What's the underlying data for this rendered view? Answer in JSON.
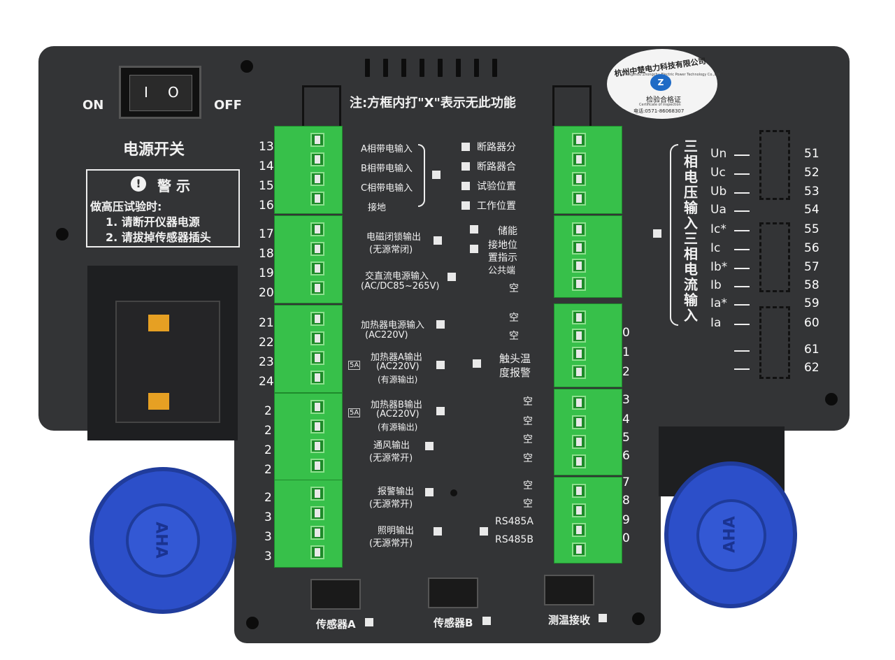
{
  "switch": {
    "on": "ON",
    "off": "OFF",
    "title": "电源开关",
    "on_mark": "I",
    "off_mark": "O"
  },
  "warning": {
    "title": "警  示",
    "lines": [
      "做高压试验时:",
      "1. 请断开仪器电源",
      "2. 请拔掉传感器插头"
    ]
  },
  "note": "注:方框内打\"X\"表示无此功能",
  "seal": {
    "company": "杭州中楚电力科技有限公司",
    "company_en": "Hangzhou Zhongchu Electric Power Technology Co.,Ltd",
    "cert": "检验合格证",
    "cert_en": "Certificate of inspection",
    "phone": "电话:0571-86068307"
  },
  "left_blocks": [
    {
      "numbers": [
        "13",
        "14",
        "15",
        "16"
      ],
      "labels": [
        "A相带电输入",
        "B相带电输入",
        "C相带电输入",
        "接地"
      ]
    },
    {
      "numbers": [
        "17",
        "18",
        "19",
        "20"
      ],
      "labels": [
        "电磁闭锁输出",
        "(无源常闭)",
        "交直流电源输入",
        "(AC/DC85~265V)"
      ]
    },
    {
      "numbers": [
        "21",
        "22",
        "23",
        "24"
      ],
      "labels": [
        "加热器电源输入",
        "(AC220V)",
        "加热器A输出",
        "(AC220V)",
        "(有源输出)"
      ]
    },
    {
      "numbers": [
        "2",
        "2",
        "2",
        "2"
      ],
      "labels": [
        "加热器B输出",
        "(AC220V)",
        "(有源输出)",
        "通风输出",
        "(无源常开)"
      ]
    },
    {
      "numbers": [
        "2",
        "3",
        "3",
        "3"
      ],
      "labels": [
        "报警输出",
        "(无源常开)",
        "照明输出",
        "(无源常开)"
      ]
    }
  ],
  "fuse_label": "5A",
  "right_labels": {
    "block1": [
      "断路器分",
      "断路器合",
      "试验位置",
      "工作位置"
    ],
    "block2": [
      "储能",
      "接地位",
      "置指示",
      "公共端",
      "空"
    ],
    "block3": [
      "空",
      "空",
      "触头温",
      "度报警"
    ],
    "block3_numbers": [
      "0",
      "1",
      "2"
    ],
    "block4": [
      "空",
      "空",
      "空",
      "空"
    ],
    "block4_numbers": [
      "3",
      "4",
      "5",
      "6"
    ],
    "block5": [
      "空",
      "空",
      "RS485A",
      "RS485B"
    ],
    "block5_numbers": [
      "7",
      "8",
      "9",
      "0"
    ]
  },
  "side_group": {
    "voltage": "三相电压输入",
    "current": "三相电流输入",
    "labels": [
      "Un",
      "Uc",
      "Ub",
      "Ua",
      "Ic*",
      "Ic",
      "Ib*",
      "Ib",
      "Ia*",
      "Ia",
      "",
      ""
    ],
    "numbers": [
      "51",
      "52",
      "53",
      "54",
      "55",
      "56",
      "57",
      "58",
      "59",
      "60",
      "61",
      "62"
    ]
  },
  "bottom": [
    "传感器A",
    "传感器B",
    "测温接收"
  ],
  "knob_text": "AHA",
  "colors": {
    "panel": "#333436",
    "terminal": "#37c04a",
    "knob": "#2c4fc9",
    "text": "#f2f2f2"
  }
}
